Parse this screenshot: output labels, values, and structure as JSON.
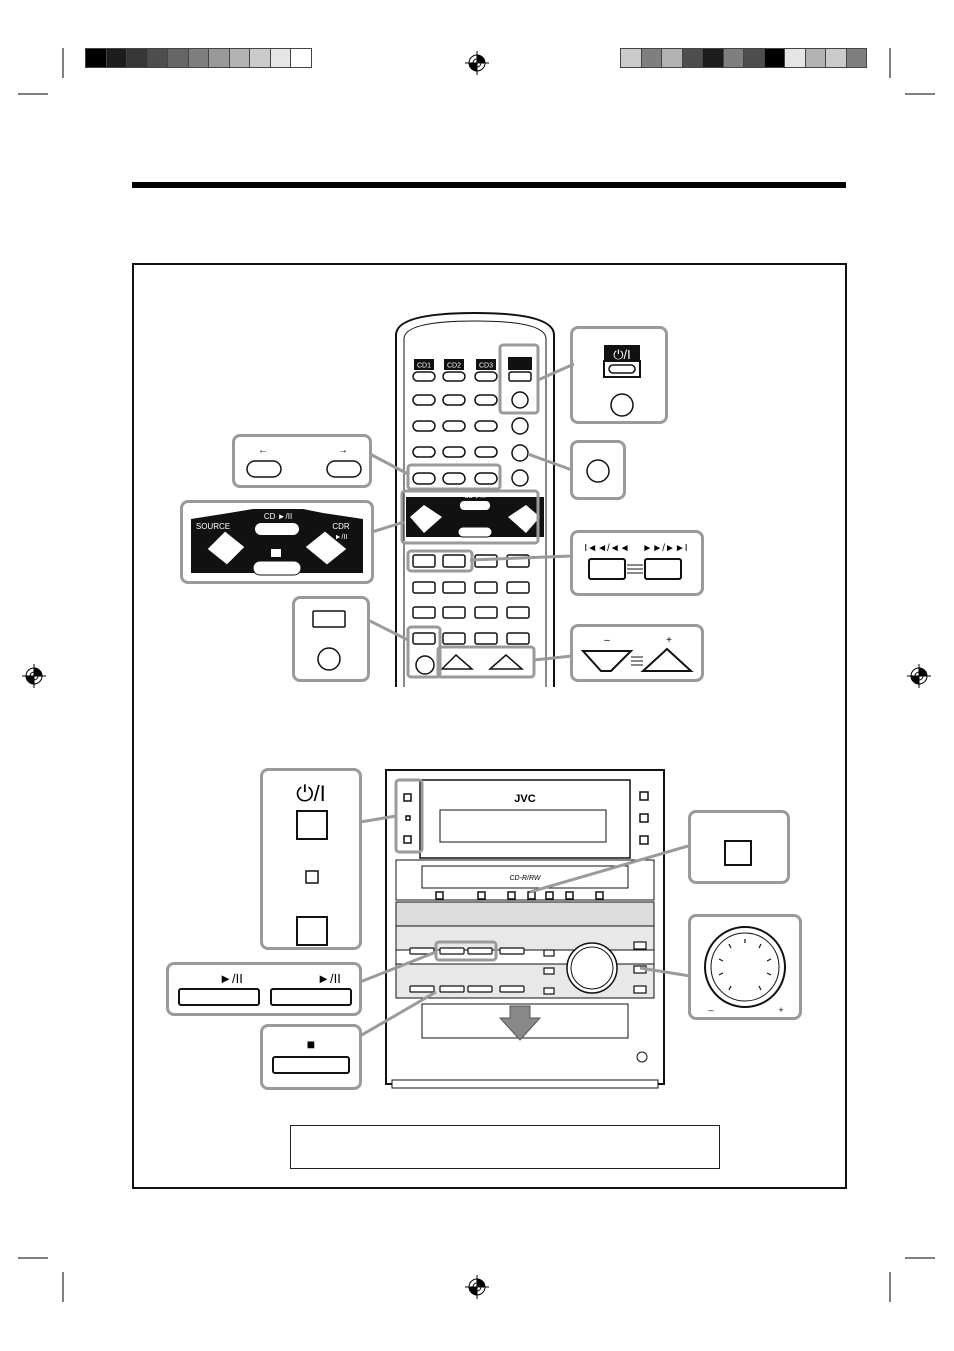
{
  "color_bars": {
    "left": [
      "#000000",
      "#1c1c1c",
      "#363636",
      "#4e4e4e",
      "#666666",
      "#7f7f7f",
      "#999999",
      "#b2b2b2",
      "#cbcbcb",
      "#e5e5e5",
      "#ffffff"
    ],
    "right": [
      "#cbcbcb",
      "#7f7f7f",
      "#b2b2b2",
      "#4e4e4e",
      "#1c1c1c",
      "#7f7f7f",
      "#4e4e4e",
      "#000000",
      "#e5e5e5",
      "#b2b2b2",
      "#cbcbcb",
      "#7f7f7f"
    ]
  },
  "remote": {
    "cd_buttons": [
      "CD1",
      "CD2",
      "CD3"
    ],
    "power_symbol": "⏻/I",
    "source_label": "SOURCE",
    "cd_play_label": "CD ►/II",
    "cdr_label": "CDR",
    "cdr_play_label": "►/II",
    "skip_left": "I◄◄/◄◄",
    "skip_right": "►►/►►I",
    "minus": "–",
    "plus": "+",
    "arrow_left": "←",
    "arrow_right": "→"
  },
  "unit": {
    "brand": "JVC",
    "cdr_logo": "CD-R/RW",
    "power_symbol": "⏻/I",
    "play_pause": "►/II",
    "stop_symbol": "■",
    "vol_minus": "–",
    "vol_plus": "+"
  },
  "colors": {
    "callout_border": "#9a9a9a",
    "remote_dark": "#111111"
  }
}
